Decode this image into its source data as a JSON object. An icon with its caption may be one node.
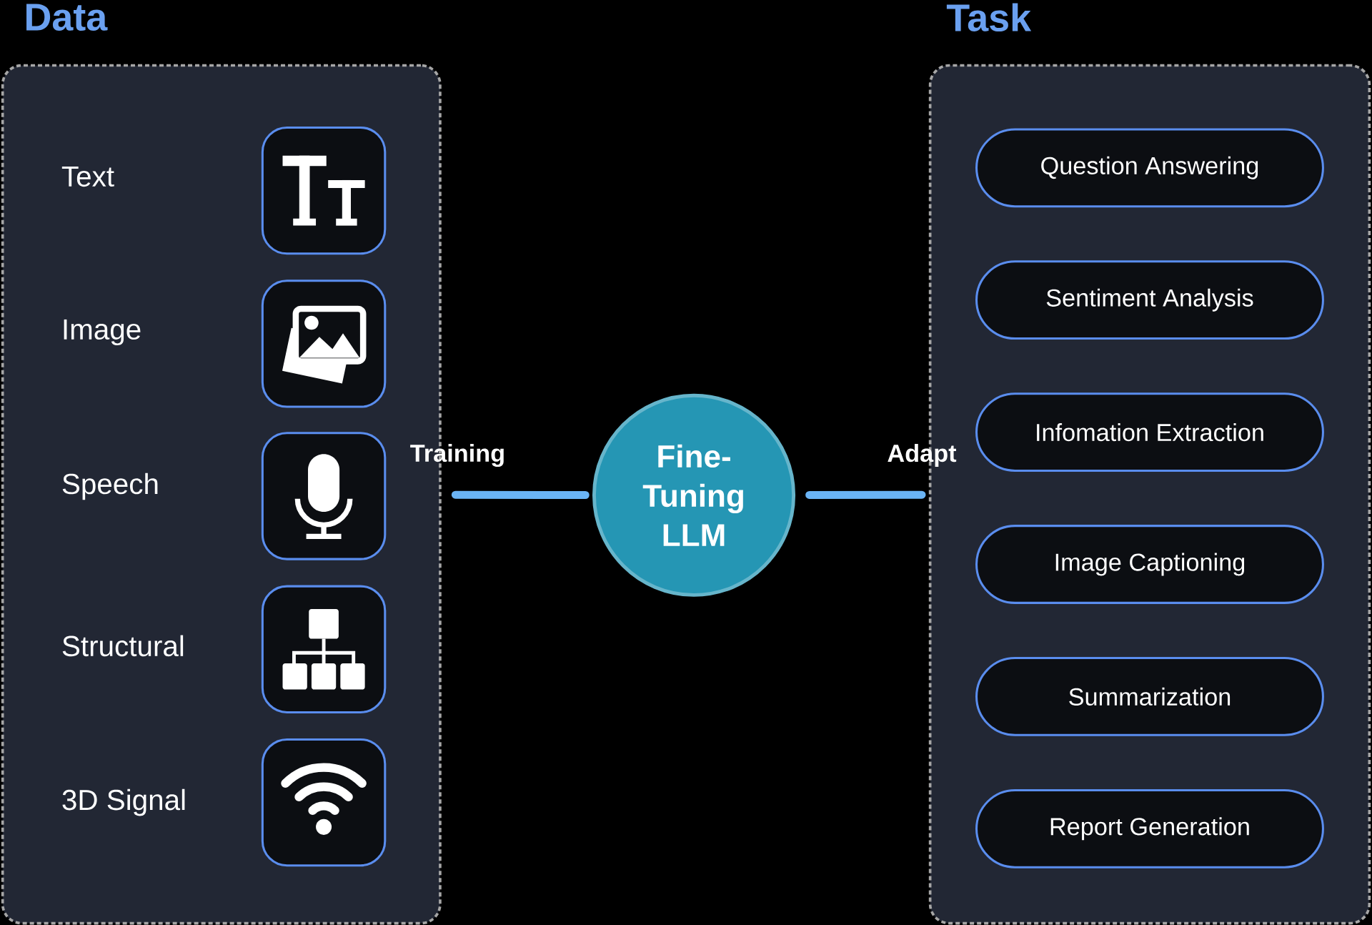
{
  "diagram": {
    "nodes": [
      {
        "text": [
          "Data"
        ]
      },
      {
        "text": [
          "Fine-Tuning LLM"
        ]
      },
      {
        "text": [
          "Task"
        ]
      },
      {
        "text": [
          "Question Answering"
        ],
        "in": 2
      },
      {
        "text": [
          "Sentiment Analysis"
        ],
        "in": 2
      },
      {
        "text": [
          "Infomation Extraction"
        ],
        "in": 2
      },
      {
        "text": [
          "Image Captioning"
        ],
        "in": 2
      },
      {
        "text": [
          "Summarization"
        ],
        "in": 2
      },
      {
        "text": [
          "Report Generation"
        ],
        "in": 2
      }
    ],
    "edges": [
      {
        "from": 0,
        "to": 1,
        "arrow": "none",
        "label": "Training"
      },
      {
        "from": 1,
        "to": 2,
        "arrow": "none",
        "label": "Adapt"
      }
    ],
    "labels": [
      "Text",
      "Image",
      "Speech",
      "Structural",
      "3D Signal"
    ]
  }
}
